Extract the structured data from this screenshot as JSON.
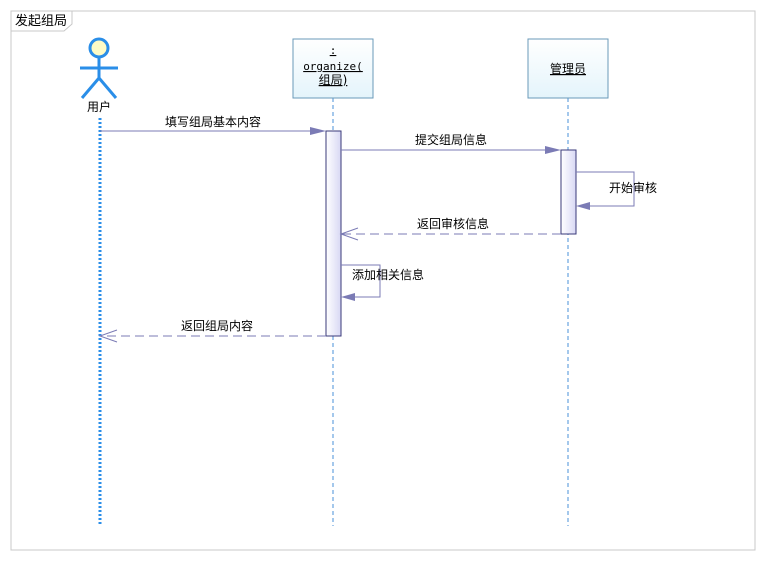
{
  "frame": {
    "title": "发起组局"
  },
  "participants": {
    "user": {
      "label": "用户"
    },
    "organize": {
      "line1": ":",
      "line2": "organize(",
      "line3": "组局)"
    },
    "admin": {
      "label": "管理员"
    }
  },
  "messages": [
    {
      "label": "填写组局基本内容",
      "from": "用户",
      "to": "organize",
      "kind": "sync"
    },
    {
      "label": "提交组局信息",
      "from": "organize",
      "to": "管理员",
      "kind": "sync"
    },
    {
      "label": "开始审核",
      "from": "管理员",
      "to": "管理员",
      "kind": "self"
    },
    {
      "label": "返回审核信息",
      "from": "管理员",
      "to": "organize",
      "kind": "return"
    },
    {
      "label": "添加相关信息",
      "from": "organize",
      "to": "organize",
      "kind": "self"
    },
    {
      "label": "返回组局内容",
      "from": "organize",
      "to": "用户",
      "kind": "return"
    }
  ],
  "colors": {
    "frame_border": "#c8c8c8",
    "object_fill": "#eef8fc",
    "object_border": "#6a9ab8",
    "lifeline": "#4a90d9",
    "actor_stroke": "#2a8ee8",
    "actor_head_fill": "#fdfbc6",
    "arrow": "#7b7bb5",
    "activation_fill": "#ebebfa",
    "activation_border": "#3a3a7a"
  }
}
